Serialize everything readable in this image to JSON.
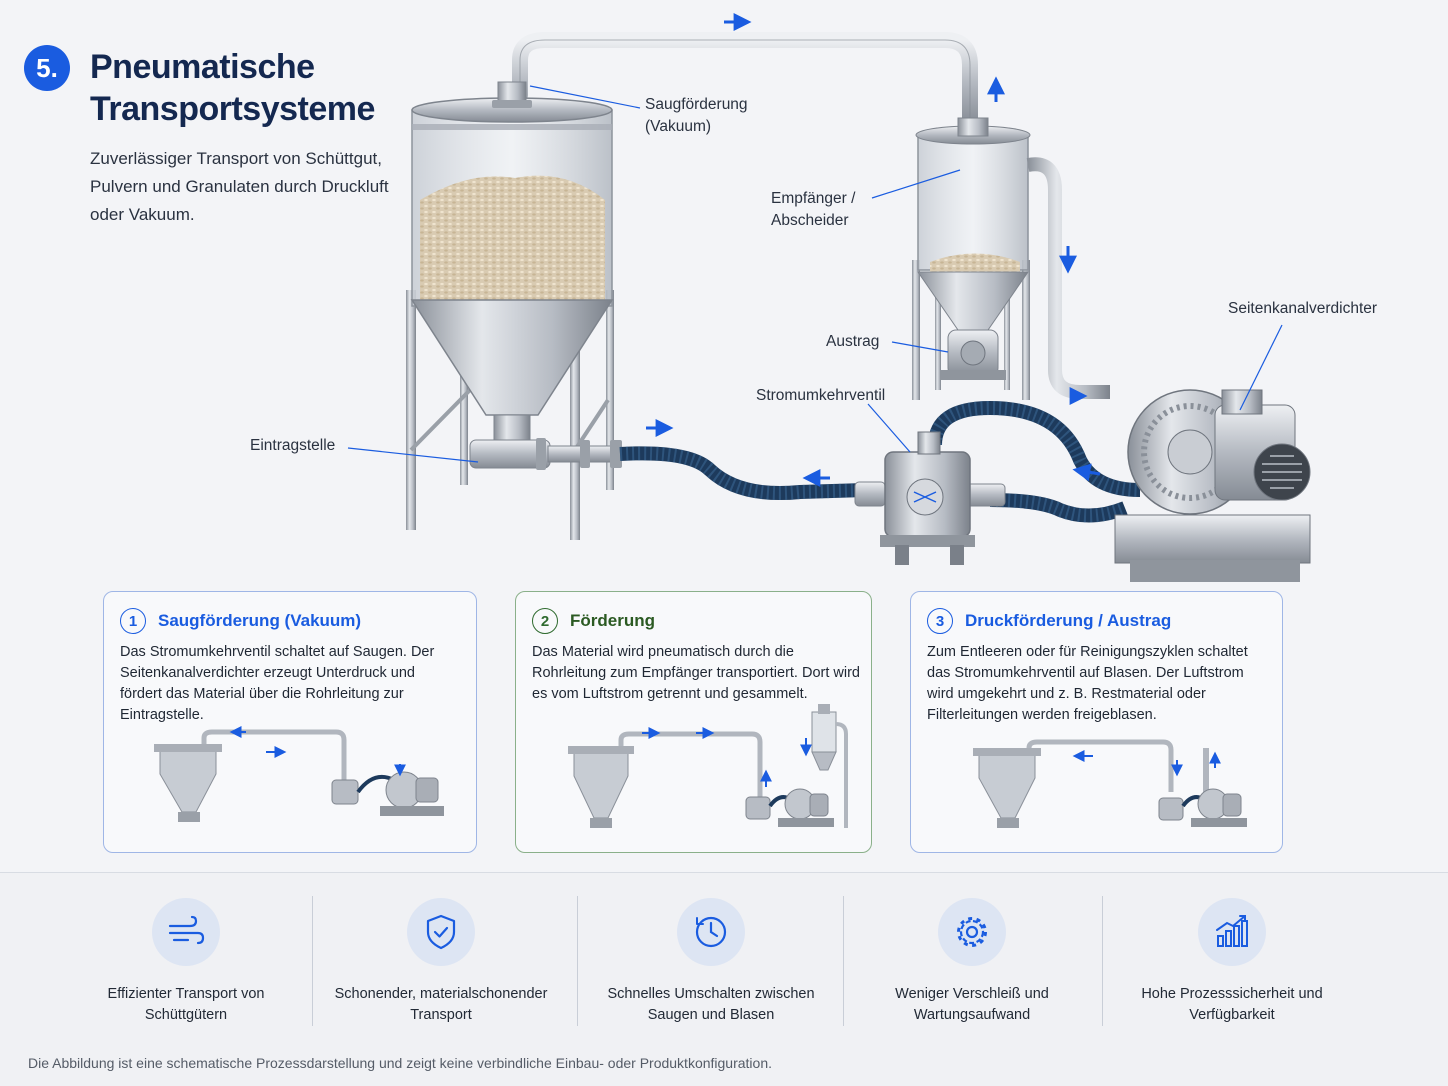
{
  "header": {
    "step_number": "5.",
    "title_line1": "Pneumatische",
    "title_line2": "Transportsysteme",
    "subtitle": "Zuverlässiger Transport von Schüttgut, Pulvern und Granulaten durch Druckluft oder Vakuum."
  },
  "callouts": {
    "saugfoerderung_line1": "Saugförderung",
    "saugfoerderung_line2": "(Vakuum)",
    "empfaenger_line1": "Empfänger /",
    "empfaenger_line2": "Abscheider",
    "seitenkanalverdichter": "Seitenkanalverdichter",
    "austrag": "Austrag",
    "stromumkehrventil": "Stromumkehrventil",
    "eintragstelle": "Eintragstelle"
  },
  "steps": [
    {
      "number": "1",
      "title": "Saugförderung (Vakuum)",
      "text": "Das Stromumkehrventil schaltet auf Saugen. Der Seitenkanalverdichter erzeugt Unterdruck und fördert das Material über die Rohrleitung zur Eintragstelle."
    },
    {
      "number": "2",
      "title": "Förderung",
      "text": "Das Material wird pneumatisch durch die Rohrleitung zum Empfänger transportiert. Dort wird es vom Luftstrom getrennt und gesammelt."
    },
    {
      "number": "3",
      "title": "Druckförderung / Austrag",
      "text": "Zum Entleeren oder für Reinigungszyklen schaltet das Stromumkehrventil auf Blasen. Der Luftstrom wird umgekehrt und z. B. Restmaterial oder Filterleitungen werden freigeblasen."
    }
  ],
  "benefits": [
    {
      "icon": "airflow-icon",
      "label": "Effizienter Transport von Schüttgütern"
    },
    {
      "icon": "shield-check-icon",
      "label": "Schonender, materialschonender Transport"
    },
    {
      "icon": "clock-icon",
      "label": "Schnelles Umschalten zwischen Saugen und Blasen"
    },
    {
      "icon": "gear-icon",
      "label": "Weniger Verschleiß und Wartungsaufwand"
    },
    {
      "icon": "bar-chart-icon",
      "label": "Hohe Prozesssicherheit und Verfügbarkeit"
    }
  ],
  "disclaimer": "Die Abbildung ist eine schematische Prozessdarstellung und zeigt keine verbindliche Einbau- oder Produktkonfiguration.",
  "colors": {
    "accent": "#1a5ce0",
    "title": "#142850",
    "step2_green": "#2b5a22",
    "hose": "#1d3a5c",
    "steel": "#b9bec6"
  }
}
